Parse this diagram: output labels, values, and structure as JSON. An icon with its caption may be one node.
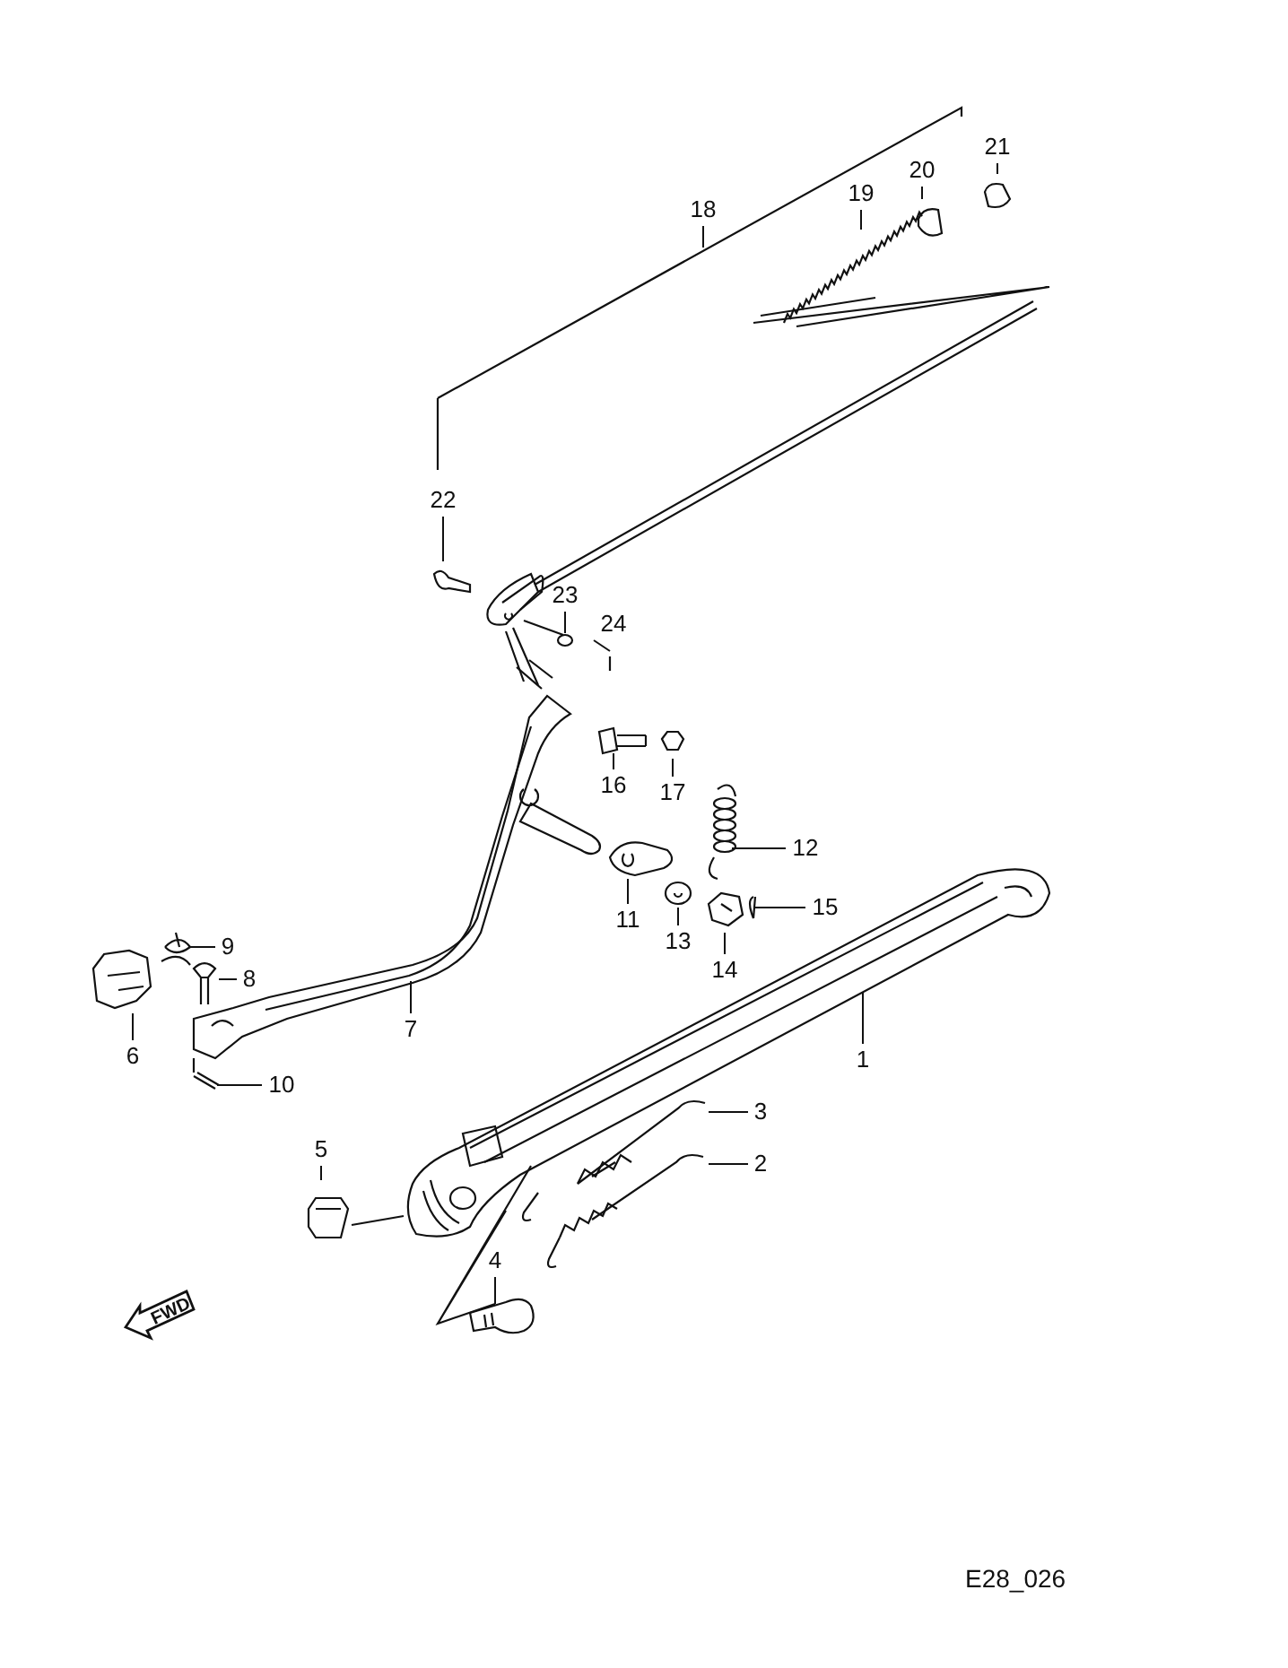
{
  "diagram": {
    "nodes": [
      {
        "text": [
          "1"
        ]
      },
      {
        "text": [
          "2"
        ]
      },
      {
        "text": [
          "3"
        ]
      },
      {
        "text": [
          "4"
        ]
      },
      {
        "text": [
          "5"
        ]
      },
      {
        "text": [
          "6"
        ]
      },
      {
        "text": [
          "7"
        ]
      },
      {
        "text": [
          "8"
        ]
      },
      {
        "text": [
          "9"
        ]
      },
      {
        "text": [
          "10"
        ]
      },
      {
        "text": [
          "11"
        ]
      },
      {
        "text": [
          "12"
        ]
      },
      {
        "text": [
          "13"
        ]
      },
      {
        "text": [
          "14"
        ]
      },
      {
        "text": [
          "15"
        ]
      },
      {
        "text": [
          "16"
        ]
      },
      {
        "text": [
          "17"
        ]
      },
      {
        "text": [
          "18"
        ]
      },
      {
        "text": [
          "19"
        ]
      },
      {
        "text": [
          "20"
        ]
      },
      {
        "text": [
          "21"
        ]
      },
      {
        "text": [
          "22"
        ]
      },
      {
        "text": [
          "23"
        ]
      },
      {
        "text": [
          "24"
        ]
      }
    ],
    "edges": [
      {
        "from": 0,
        "to": null,
        "arrow": "none"
      },
      {
        "from": 1,
        "to": null,
        "arrow": "none"
      },
      {
        "from": 2,
        "to": null,
        "arrow": "none"
      },
      {
        "from": 3,
        "to": null,
        "arrow": "none"
      },
      {
        "from": 4,
        "to": null,
        "arrow": "none"
      },
      {
        "from": 5,
        "to": null,
        "arrow": "none"
      },
      {
        "from": 6,
        "to": null,
        "arrow": "none"
      },
      {
        "from": 7,
        "to": null,
        "arrow": "none"
      },
      {
        "from": 8,
        "to": null,
        "arrow": "none"
      },
      {
        "from": 9,
        "to": null,
        "arrow": "none"
      },
      {
        "from": 10,
        "to": null,
        "arrow": "none"
      },
      {
        "from": 11,
        "to": null,
        "arrow": "none"
      },
      {
        "from": 12,
        "to": null,
        "arrow": "none"
      },
      {
        "from": 13,
        "to": null,
        "arrow": "none"
      },
      {
        "from": 14,
        "to": null,
        "arrow": "none"
      },
      {
        "from": 15,
        "to": null,
        "arrow": "none"
      },
      {
        "from": 16,
        "to": null,
        "arrow": "none"
      },
      {
        "from": 17,
        "to": null,
        "arrow": "none"
      },
      {
        "from": 18,
        "to": null,
        "arrow": "none"
      },
      {
        "from": 19,
        "to": null,
        "arrow": "none"
      },
      {
        "from": 20,
        "to": null,
        "arrow": "none"
      },
      {
        "from": 21,
        "to": null,
        "arrow": "none"
      },
      {
        "from": 22,
        "to": null,
        "arrow": "none"
      },
      {
        "from": 23,
        "to": null,
        "arrow": "none"
      }
    ],
    "labels": [
      "FWD",
      "E28_026"
    ]
  }
}
